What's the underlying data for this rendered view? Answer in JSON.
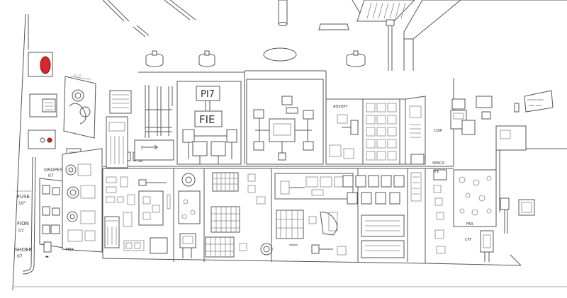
{
  "title": "",
  "colors": {
    "line": "#555555",
    "accent_red": "#d8262c",
    "background": "#ffffff"
  },
  "labels": {
    "left_panel": {
      "label_1": "FUSE",
      "label_1_sub": "10\"",
      "label_2": "FION",
      "label_2_sub": "07",
      "label_3": "SHDER",
      "label_3_sub": "07"
    },
    "caption_dropes": "DROPES",
    "caption_dropes_sub": "07",
    "center_sign_1": "PI7",
    "center_sign_2": "FIE",
    "small_caption_left": "FIER",
    "small_caption_mid": "ADSOPT",
    "small_caption_right": "COIP",
    "small_caption_far_right": "SENCO",
    "small_caption_bottom": "FAR",
    "small_caption_r2": "CFF",
    "small_caption_r3": "FFE"
  },
  "icons": [
    "red-alarm-light-icon",
    "ceiling-lamp-icon",
    "ceiling-ring-light-icon",
    "ventilation-duct-icon",
    "gauge-icon",
    "valve-icon"
  ]
}
